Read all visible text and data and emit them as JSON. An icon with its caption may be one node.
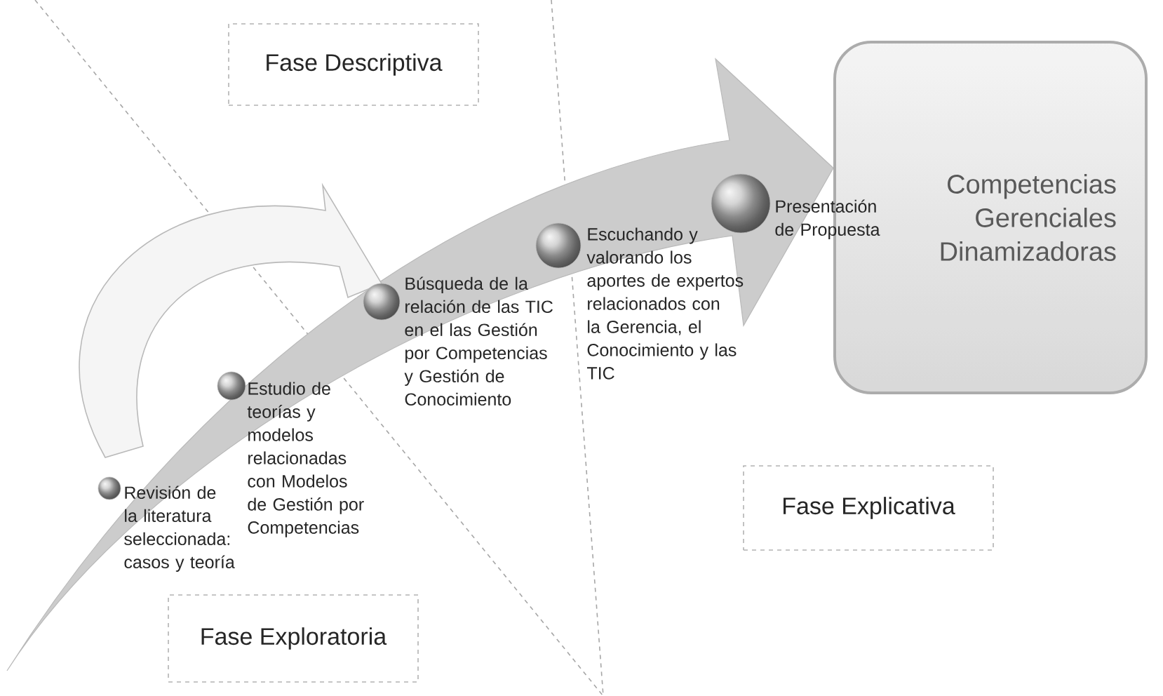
{
  "diagram": {
    "nodes": [
      {
        "text": [
          "Fase Descriptiva"
        ]
      },
      {
        "text": [
          "Competencias Gerenciales Dinamizadoras"
        ]
      },
      {
        "text": [],
        "shape": "circle",
        "beside": [
          "Revisión de la literatura seleccionada: casos y teoría"
        ]
      },
      {
        "text": [],
        "shape": "circle",
        "beside": [
          "Estudio de teorías y modelos relacionadas con Modelos de Gestión por Competencias"
        ]
      },
      {
        "text": [],
        "shape": "circle",
        "beside": [
          "Búsqueda de la relación de las TIC en el las Gestión por Competencias y Gestión de Conocimiento"
        ]
      },
      {
        "text": [],
        "shape": "circle",
        "beside": [
          "Escuchando y valorando los aportes de expertos relacionados con la Gerencia, el Conocimiento y las TIC"
        ]
      },
      {
        "text": [],
        "shape": "circle",
        "beside": [
          "Presentación de Propuesta"
        ]
      },
      {
        "text": [
          "Fase Explicativa"
        ]
      },
      {
        "text": [
          "Fase Exploratoria"
        ]
      }
    ],
    "edges": [
      {
        "from": null,
        "to": 1,
        "arrow": "to"
      },
      {
        "from": null,
        "to": 4,
        "arrow": "to"
      }
    ]
  }
}
